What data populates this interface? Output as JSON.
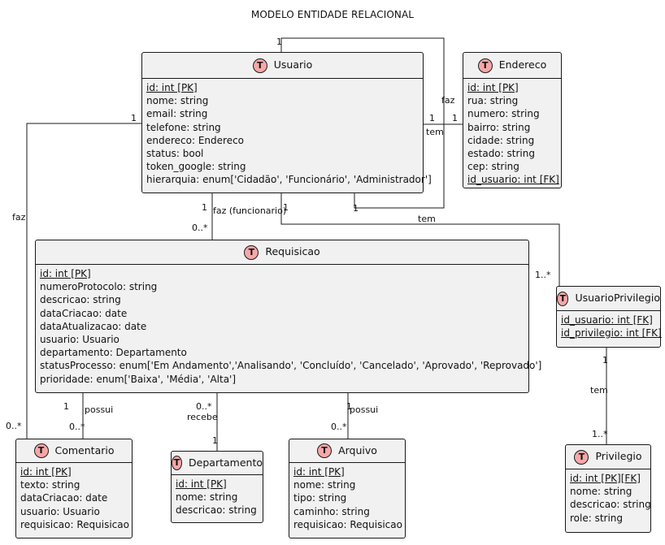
{
  "title": "MODELO ENTIDADE RELACIONAL",
  "badge_letter": "T",
  "colors": {
    "badge": "#f7a7a7",
    "box": "#f1f1f1",
    "border": "#181818"
  },
  "entities": {
    "usuario": {
      "name": "Usuario",
      "fields": [
        {
          "text": "id: int [PK]",
          "key": true
        },
        {
          "text": "nome: string"
        },
        {
          "text": "email: string"
        },
        {
          "text": "telefone: string"
        },
        {
          "text": "endereco: Endereco"
        },
        {
          "text": "status: bool"
        },
        {
          "text": "token_google: string"
        },
        {
          "text": "hierarquia: enum['Cidadão', 'Funcionário', 'Administrador']"
        }
      ]
    },
    "endereco": {
      "name": "Endereco",
      "fields": [
        {
          "text": "id: int [PK]",
          "key": true
        },
        {
          "text": "rua: string"
        },
        {
          "text": "numero: string"
        },
        {
          "text": "bairro: string"
        },
        {
          "text": "cidade: string"
        },
        {
          "text": "estado: string"
        },
        {
          "text": "cep: string"
        },
        {
          "text": "id_usuario: int [FK]",
          "key": true
        }
      ]
    },
    "requisicao": {
      "name": "Requisicao",
      "fields": [
        {
          "text": "id: int [PK]",
          "key": true
        },
        {
          "text": "numeroProtocolo: string"
        },
        {
          "text": "descricao: string"
        },
        {
          "text": "dataCriacao: date"
        },
        {
          "text": "dataAtualizacao: date"
        },
        {
          "text": "usuario: Usuario"
        },
        {
          "text": "departamento: Departamento"
        },
        {
          "text": "statusProcesso: enum['Em Andamento','Analisando', 'Concluído', 'Cancelado', 'Aprovado', 'Reprovado']"
        },
        {
          "text": "prioridade: enum['Baixa', 'Média', 'Alta']"
        }
      ]
    },
    "usuario_privilegio": {
      "name": "UsuarioPrivilegio",
      "fields": [
        {
          "text": "id_usuario: int [FK]",
          "key": true
        },
        {
          "text": "id_privilegio: int [FK]",
          "key": true
        }
      ]
    },
    "comentario": {
      "name": "Comentario",
      "fields": [
        {
          "text": "id: int [PK]",
          "key": true
        },
        {
          "text": "texto: string"
        },
        {
          "text": "dataCriacao: date"
        },
        {
          "text": "usuario: Usuario"
        },
        {
          "text": "requisicao: Requisicao"
        }
      ]
    },
    "departamento": {
      "name": "Departamento",
      "fields": [
        {
          "text": "id: int [PK]",
          "key": true
        },
        {
          "text": "nome: string"
        },
        {
          "text": "descricao: string"
        }
      ]
    },
    "arquivo": {
      "name": "Arquivo",
      "fields": [
        {
          "text": "id: int [PK]",
          "key": true
        },
        {
          "text": "nome: string"
        },
        {
          "text": "tipo: string"
        },
        {
          "text": "caminho: string"
        },
        {
          "text": "requisicao: Requisicao"
        }
      ]
    },
    "privilegio": {
      "name": "Privilegio",
      "fields": [
        {
          "text": "id: int [PK][FK]",
          "key": true
        },
        {
          "text": "nome: string"
        },
        {
          "text": "descricao: string"
        },
        {
          "text": "role: string"
        }
      ]
    }
  },
  "labels": {
    "self_top_1": "1",
    "self_faz": "faz",
    "self_bottom_1": "1",
    "end_u1": "1",
    "end_e1": "1",
    "end_tem": "tem",
    "com_faz": "faz",
    "com_u1": "1",
    "com_c0": "0..*",
    "req_u1": "1",
    "req_r0": "0..*",
    "req_faz": "faz (funcionario)",
    "up_u1": "1",
    "up_tem": "tem",
    "up_m": "1..*",
    "pv_1": "1",
    "pv_tem": "tem",
    "pv_m": "1..*",
    "rc_1": "1",
    "rc_possui": "possui",
    "rc_m": "0..*",
    "rd_m": "0..*",
    "rd_recebe": "recebe",
    "rd_1": "1",
    "ra_1": "1",
    "ra_possui": "possui",
    "ra_m": "0..*"
  }
}
